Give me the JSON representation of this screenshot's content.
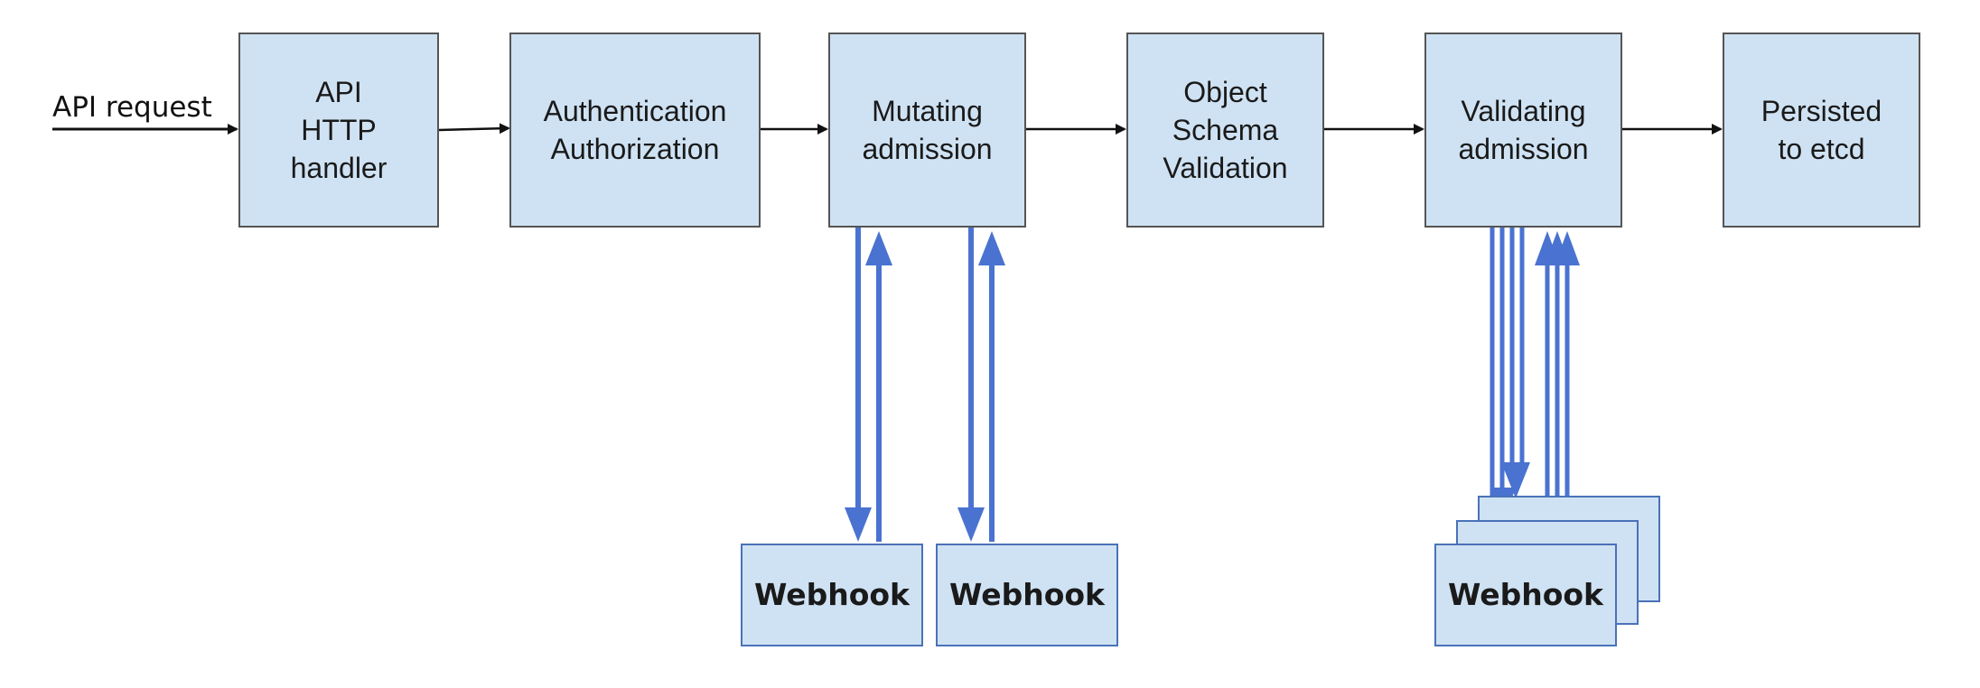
{
  "diagram": {
    "input_label": "API request",
    "stages": [
      {
        "label": "API\nHTTP\nhandler"
      },
      {
        "label": "Authentication\nAuthorization"
      },
      {
        "label": "Mutating\nadmission"
      },
      {
        "label": "Object\nSchema\nValidation"
      },
      {
        "label": "Validating\nadmission"
      },
      {
        "label": "Persisted\nto etcd"
      }
    ],
    "webhooks": {
      "mutating_1": "Webhook",
      "mutating_2": "Webhook",
      "validating": "Webhook"
    },
    "colors": {
      "box_fill": "#cfe2f3",
      "box_border": "#555555",
      "flow_arrow": "#111111",
      "webhook_arrow": "#4a72d0"
    }
  }
}
